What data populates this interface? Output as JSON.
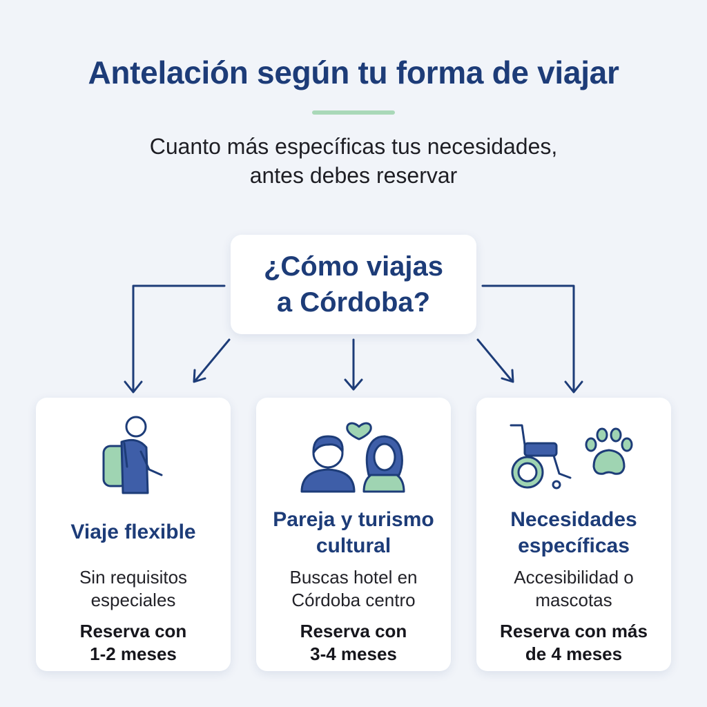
{
  "header": {
    "title": "Antelación según tu forma de viajar",
    "subtitle_line1": "Cuanto más específicas tus necesidades,",
    "subtitle_line2": "antes debes reservar"
  },
  "question": {
    "line1": "¿Cómo viajas",
    "line2": "a Córdoba?"
  },
  "cards": [
    {
      "icon": "backpacker-icon",
      "title_lines": [
        "Viaje flexible"
      ],
      "desc_lines": [
        "Sin requisitos",
        "especiales"
      ],
      "time_lines": [
        "Reserva con",
        "1-2 meses"
      ]
    },
    {
      "icon": "couple-heart-icon",
      "title_lines": [
        "Pareja y turismo",
        "cultural"
      ],
      "desc_lines": [
        "Buscas hotel en",
        "Córdoba centro"
      ],
      "time_lines": [
        "Reserva con",
        "3-4 meses"
      ]
    },
    {
      "icon": "wheelchair-and-paw-icon",
      "title_lines": [
        "Necesidades",
        "específicas"
      ],
      "desc_lines": [
        "Accesibilidad o",
        "mascotas"
      ],
      "time_lines": [
        "Reserva con más",
        "de 4 meses"
      ]
    }
  ],
  "colors": {
    "navy": "#1d3c78",
    "accent_green": "#a9d8b8",
    "icon_fill_blue": "#3e5ea8",
    "icon_fill_green": "#9fd4b2",
    "background": "#f1f4f9"
  }
}
